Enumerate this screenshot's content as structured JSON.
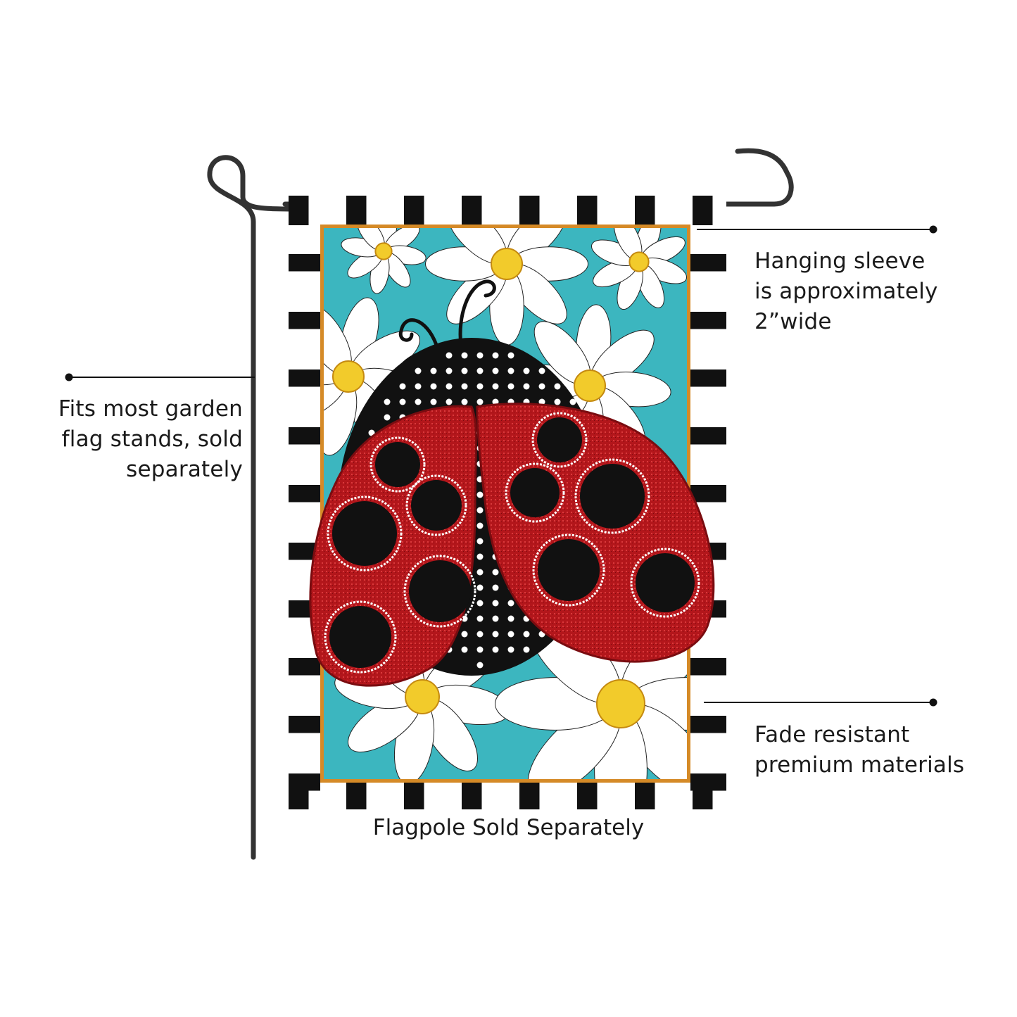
{
  "callouts": {
    "stand": {
      "lines": [
        "Fits most garden",
        "flag stands, sold",
        "separately"
      ]
    },
    "sleeve": {
      "lines": [
        "Hanging sleeve",
        "is approximately",
        "2”wide"
      ]
    },
    "fade": {
      "lines": [
        "Fade resistant",
        "premium materials"
      ]
    }
  },
  "footer": {
    "note": "Flagpole Sold Separately"
  },
  "colors": {
    "teal": "#3cb6bf",
    "orange_frame": "#d58a27",
    "wing_red": "#b3161b",
    "black": "#111111",
    "daisy_white": "#ffffff",
    "daisy_center": "#f2cb2b",
    "pole": "#333333"
  },
  "icons": {
    "pole": "garden-flag-stand",
    "bug": "ladybug",
    "flower": "daisy"
  }
}
